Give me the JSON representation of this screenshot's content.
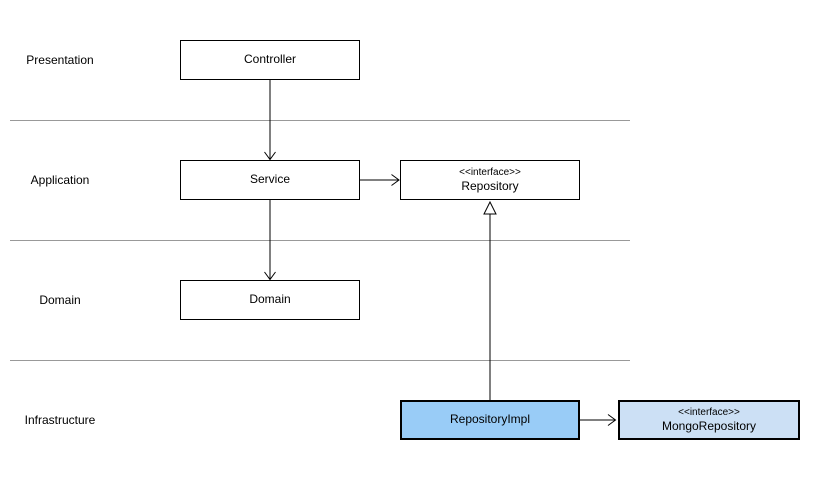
{
  "diagram": {
    "type": "layered-architecture-uml",
    "layers": [
      {
        "label": "Presentation"
      },
      {
        "label": "Application"
      },
      {
        "label": "Domain"
      },
      {
        "label": "Infrastructure"
      }
    ],
    "nodes": {
      "controller": {
        "label": "Controller"
      },
      "service": {
        "label": "Service"
      },
      "repository": {
        "stereotype": "<<interface>>",
        "label": "Repository"
      },
      "domain": {
        "label": "Domain"
      },
      "repository_impl": {
        "label": "RepositoryImpl"
      },
      "mongo_repository": {
        "stereotype": "<<interface>>",
        "label": "MongoRepository"
      }
    },
    "edges": [
      {
        "from": "Controller",
        "to": "Service",
        "type": "open-arrow"
      },
      {
        "from": "Service",
        "to": "Repository",
        "type": "open-arrow"
      },
      {
        "from": "Service",
        "to": "Domain",
        "type": "open-arrow"
      },
      {
        "from": "RepositoryImpl",
        "to": "Repository",
        "type": "realization-hollow-triangle"
      },
      {
        "from": "RepositoryImpl",
        "to": "MongoRepository",
        "type": "open-arrow"
      }
    ],
    "colors": {
      "background": "#ffffff",
      "box_border": "#000000",
      "impl_fill": "#99ccf7",
      "interface_fill": "#cce0f5",
      "divider": "#999999",
      "arrow": "#000000",
      "text": "#000000"
    }
  }
}
